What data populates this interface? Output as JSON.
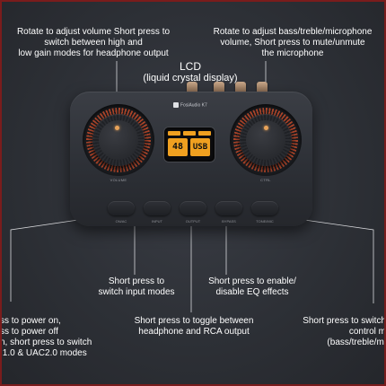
{
  "captions": {
    "volume_knob": [
      "Rotate to adjust volume Short press to",
      "switch between high and",
      "low gain modes for headphone output"
    ],
    "right_knob": [
      "Rotate to adjust bass/treble/microphone",
      "volume, Short press to mute/unmute",
      "the microphone"
    ],
    "lcd": [
      "LCD",
      "(liquid crystal display)"
    ],
    "power": [
      "ss to power on,",
      "ss to power off",
      "n, short press to switch",
      ".1.0 & UAC2.0 modes"
    ],
    "input": [
      "Short press to",
      "switch input modes"
    ],
    "output": [
      "Short press to toggle between",
      "headphone and RCA output"
    ],
    "bypass": [
      "Short press to enable/",
      "disable EQ effects"
    ],
    "tone": [
      "Short press to switch",
      "control m",
      "(bass/treble/mi"
    ]
  },
  "device": {
    "brand": "FosiAudio",
    "brand_model": "K7",
    "knob_left_label": "VOLUME",
    "knob_right_label": "CTRL",
    "lcd_left_value": "48",
    "lcd_right_value": "USB",
    "buttons": [
      "ON/AC",
      "INPUT",
      "OUTPUT",
      "BYPASS",
      "TONE/MIC"
    ]
  },
  "colors": {
    "background": "#2d3036",
    "frame": "#7a1c1c",
    "lcd_accent": "#f0a020",
    "knob_dot": "#e8a35a"
  }
}
